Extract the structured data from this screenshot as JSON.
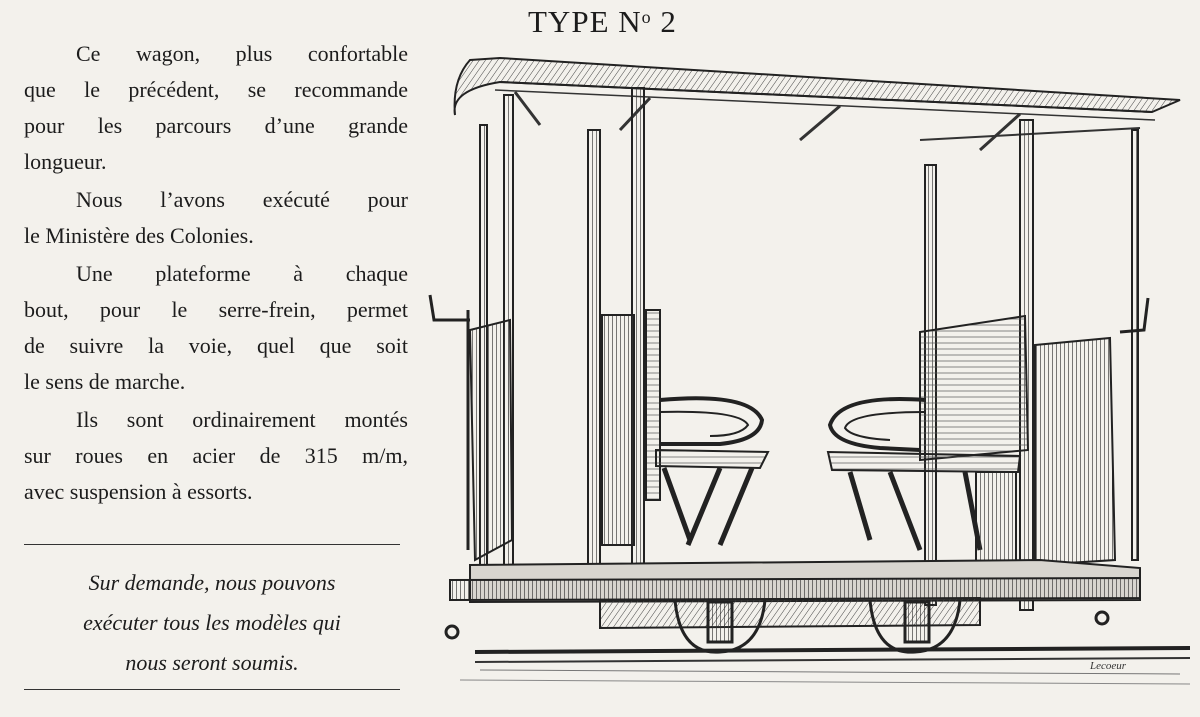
{
  "title": {
    "text": "TYPE N",
    "sup": "o",
    "num": " 2"
  },
  "paragraphs": [
    {
      "lines": [
        "Ce wagon, plus confortable",
        "que le  précédent, se recommande",
        "pour  les parcours d’une grande",
        "longueur."
      ]
    },
    {
      "lines": [
        "Nous  l’avons  exécuté  pour",
        "le  Ministère  des  Colonies."
      ]
    },
    {
      "lines": [
        "Une  plateforme  à  chaque",
        "bout,  pour le serre-frein,  permet",
        "de  suivre  la  voie,  quel  que  soit",
        "le  sens  de  marche."
      ]
    },
    {
      "lines": [
        "Ils sont ordinairement montés",
        "sur  roues  en  acier  de  315 m/m,",
        "avec  suspension  à  essorts."
      ]
    }
  ],
  "note": {
    "lines": [
      "Sur  demande,  nous  pouvons",
      "exécuter  tous  les  modèles  qui",
      "nous  seront  soumis."
    ]
  },
  "illustration": {
    "signature": "Lecoeur"
  }
}
